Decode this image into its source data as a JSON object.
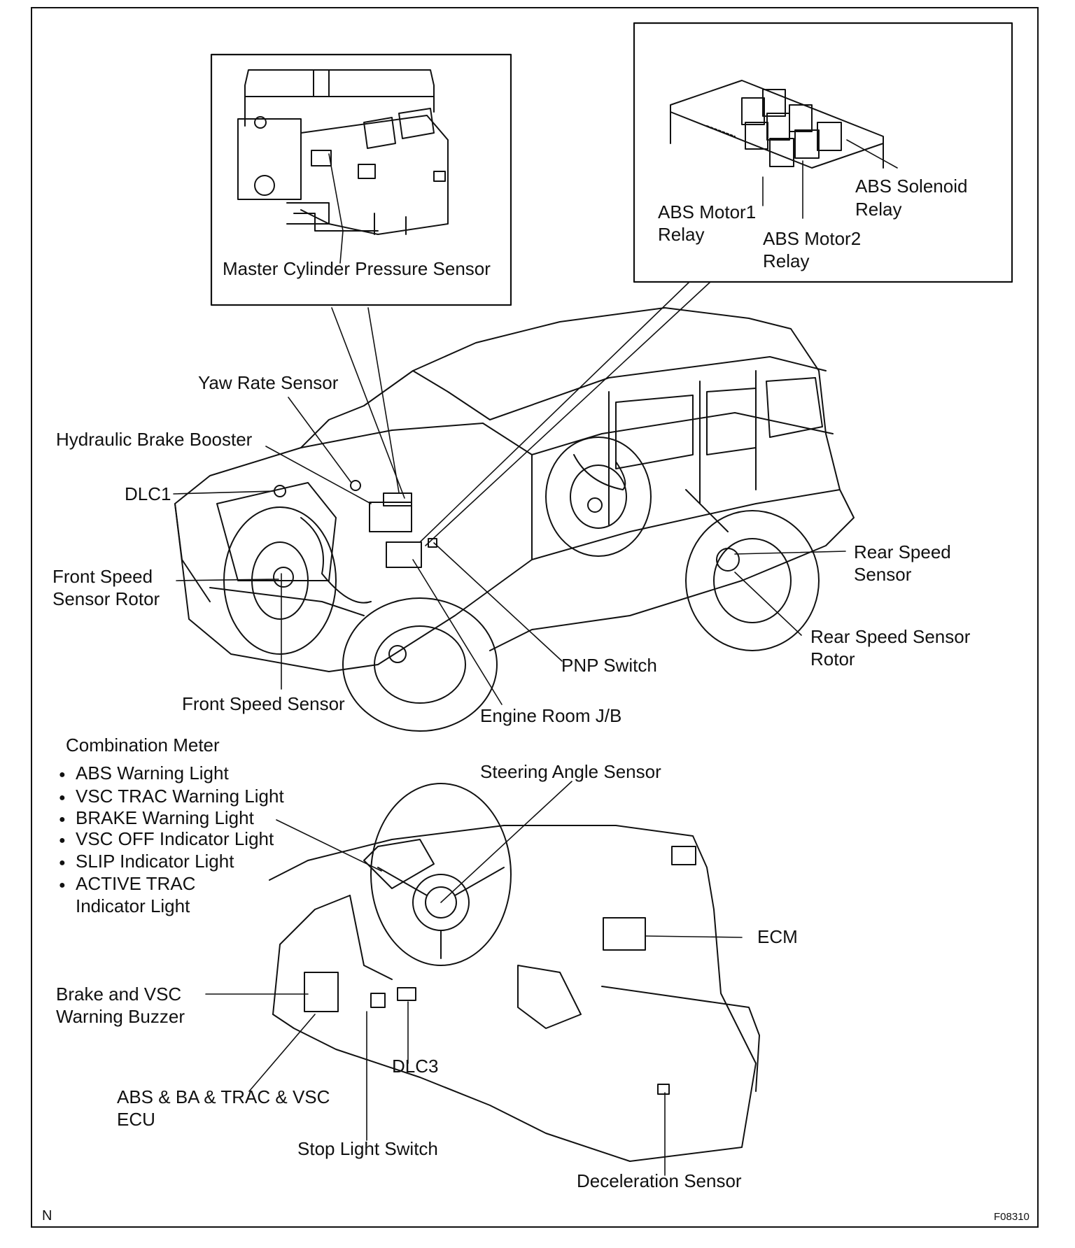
{
  "figure_code": "F08310",
  "corner_mark": "N",
  "labels": {
    "master_cylinder_pressure_sensor": "Master Cylinder Pressure Sensor",
    "abs_motor1_relay": [
      "ABS Motor1",
      "Relay"
    ],
    "abs_motor2_relay": [
      "ABS Motor2",
      "Relay"
    ],
    "abs_solenoid_relay": [
      "ABS Solenoid",
      "Relay"
    ],
    "yaw_rate_sensor": "Yaw Rate Sensor",
    "hydraulic_brake_booster": "Hydraulic Brake Booster",
    "dlc1": "DLC1",
    "front_speed_sensor_rotor": [
      "Front Speed",
      "Sensor Rotor"
    ],
    "front_speed_sensor": "Front Speed Sensor",
    "pnp_switch": "PNP Switch",
    "engine_room_jb": "Engine Room J/B",
    "rear_speed_sensor": [
      "Rear Speed",
      "Sensor"
    ],
    "rear_speed_sensor_rotor": [
      "Rear Speed Sensor",
      "Rotor"
    ],
    "steering_angle_sensor": "Steering Angle Sensor",
    "ecm": "ECM",
    "brake_vsc_warning_buzzer": [
      "Brake and VSC",
      "Warning Buzzer"
    ],
    "abs_ba_trac_vsc_ecu": [
      "ABS & BA & TRAC & VSC",
      "ECU"
    ],
    "dlc3": "DLC3",
    "stop_light_switch": "Stop Light Switch",
    "deceleration_sensor": "Deceleration Sensor"
  },
  "combination_meter": {
    "title": "Combination Meter",
    "items": [
      "ABS Warning Light",
      "VSC TRAC Warning Light",
      "BRAKE Warning Light",
      "VSC OFF Indicator Light",
      "SLIP Indicator Light",
      "ACTIVE TRAC"
    ],
    "continuation": "Indicator Light"
  }
}
